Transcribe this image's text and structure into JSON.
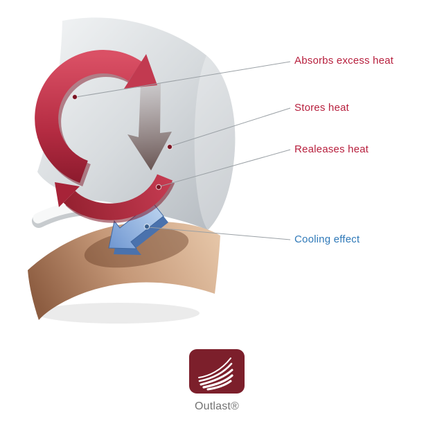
{
  "callouts": [
    {
      "label": "Absorbs excess heat",
      "color": "#b71f3d"
    },
    {
      "label": "Stores heat",
      "color": "#b71f3d"
    },
    {
      "label": "Realeases heat",
      "color": "#b71f3d"
    },
    {
      "label": "Cooling effect",
      "color": "#2f79b8"
    }
  ],
  "logo": {
    "brand": "Outlast®",
    "background": "#7c1f2b",
    "text_color": "#737373"
  },
  "colors": {
    "heat_accent": "#b71f3d",
    "cooling_accent": "#2f79b8",
    "red_arrow": "#b52c42",
    "red_arrow_dark": "#7d1626",
    "blue_arrow": "#8fb1e0",
    "fabric": "#d7dbde",
    "skin": "#c59878",
    "callout_line": "#9aa0a5"
  }
}
